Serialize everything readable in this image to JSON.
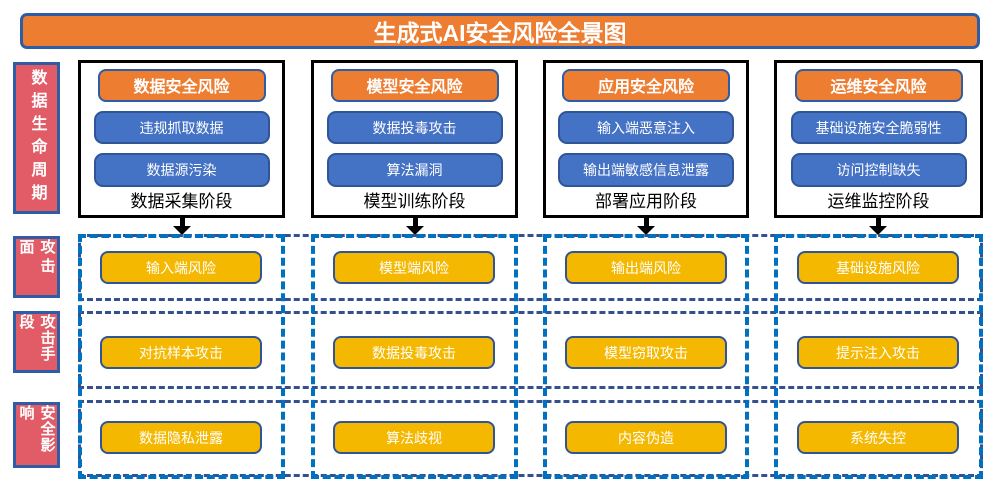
{
  "title": "生成式AI安全风险全景图",
  "left_labels": [
    {
      "label": "数据生命周期"
    },
    {
      "label": "攻击面"
    },
    {
      "label": "攻击手段"
    },
    {
      "label": "安全影响"
    }
  ],
  "columns": [
    {
      "header": "数据安全风险",
      "risks": [
        "违规抓取数据",
        "数据源污染"
      ],
      "stage": "数据采集阶段",
      "attack_surface": "输入端风险",
      "attack_method": "对抗样本攻击",
      "impact": "数据隐私泄露"
    },
    {
      "header": "模型安全风险",
      "risks": [
        "数据投毒攻击",
        "算法漏洞"
      ],
      "stage": "模型训练阶段",
      "attack_surface": "模型端风险",
      "attack_method": "数据投毒攻击",
      "impact": "算法歧视"
    },
    {
      "header": "应用安全风险",
      "risks": [
        "输入端恶意注入",
        "输出端敏感信息泄露"
      ],
      "stage": "部署应用阶段",
      "attack_surface": "输出端风险",
      "attack_method": "模型窃取攻击",
      "impact": "内容伪造"
    },
    {
      "header": "运维安全风险",
      "risks": [
        "基础设施安全脆弱性",
        "访问控制缺失"
      ],
      "stage": "运维监控阶段",
      "attack_surface": "基础设施风险",
      "attack_method": "提示注入攻击",
      "impact": "系统失控"
    }
  ],
  "colors": {
    "banner_orange": "#ED7D31",
    "risk_button_blue": "#4472C4",
    "side_label_red": "#E15C66",
    "gold_button": "#F5B800",
    "border_blue": "#2E5DA6",
    "row_dash_navy": "#34508F",
    "column_dash_blue": "#0070C0"
  }
}
